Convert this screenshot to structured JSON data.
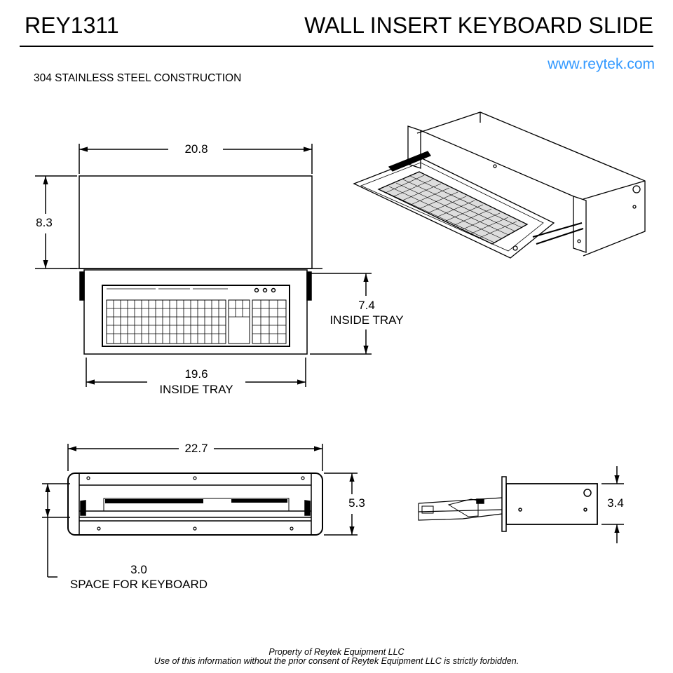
{
  "header": {
    "model": "REY1311",
    "title": "WALL INSERT KEYBOARD SLIDE",
    "url": "www.reytek.com",
    "subtitle": "304 STAINLESS STEEL CONSTRUCTION"
  },
  "front_view": {
    "width": "20.8",
    "height": "8.3",
    "tray_depth": "7.4",
    "tray_depth_label": "INSIDE TRAY",
    "tray_width": "19.6",
    "tray_width_label": "INSIDE TRAY"
  },
  "bottom_view": {
    "width": "22.7",
    "height": "5.3",
    "keyboard_space": "3.0",
    "keyboard_space_label": "SPACE FOR KEYBOARD"
  },
  "side_view": {
    "height": "3.4"
  },
  "footer": {
    "line1": "Property of Reytek Equipment LLC",
    "line2": "Use of this information without the prior consent of Reytek Equipment LLC is strictly forbidden."
  },
  "colors": {
    "url": "#3399ff"
  }
}
